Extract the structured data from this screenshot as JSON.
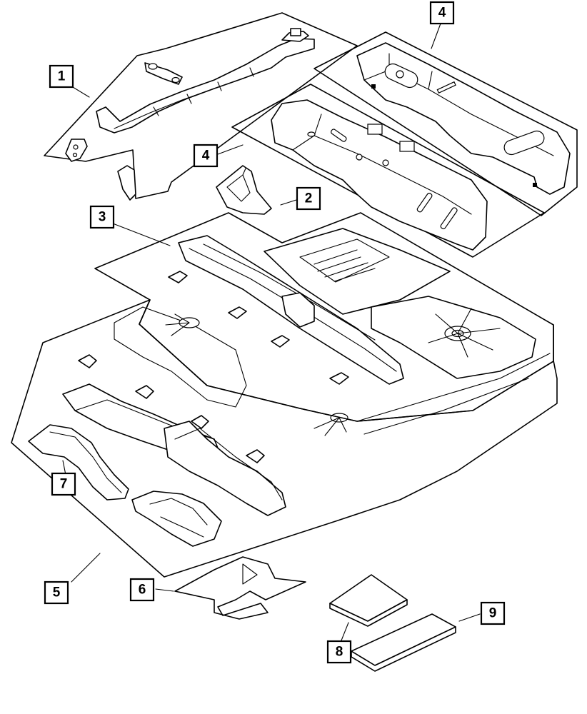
{
  "callouts": [
    {
      "id": "c1",
      "label": "1"
    },
    {
      "id": "c2",
      "label": "2"
    },
    {
      "id": "c3",
      "label": "3"
    },
    {
      "id": "c4a",
      "label": "4"
    },
    {
      "id": "c4b",
      "label": "4"
    },
    {
      "id": "c5",
      "label": "5"
    },
    {
      "id": "c6",
      "label": "6"
    },
    {
      "id": "c7",
      "label": "7"
    },
    {
      "id": "c8",
      "label": "8"
    },
    {
      "id": "c9",
      "label": "9"
    }
  ]
}
